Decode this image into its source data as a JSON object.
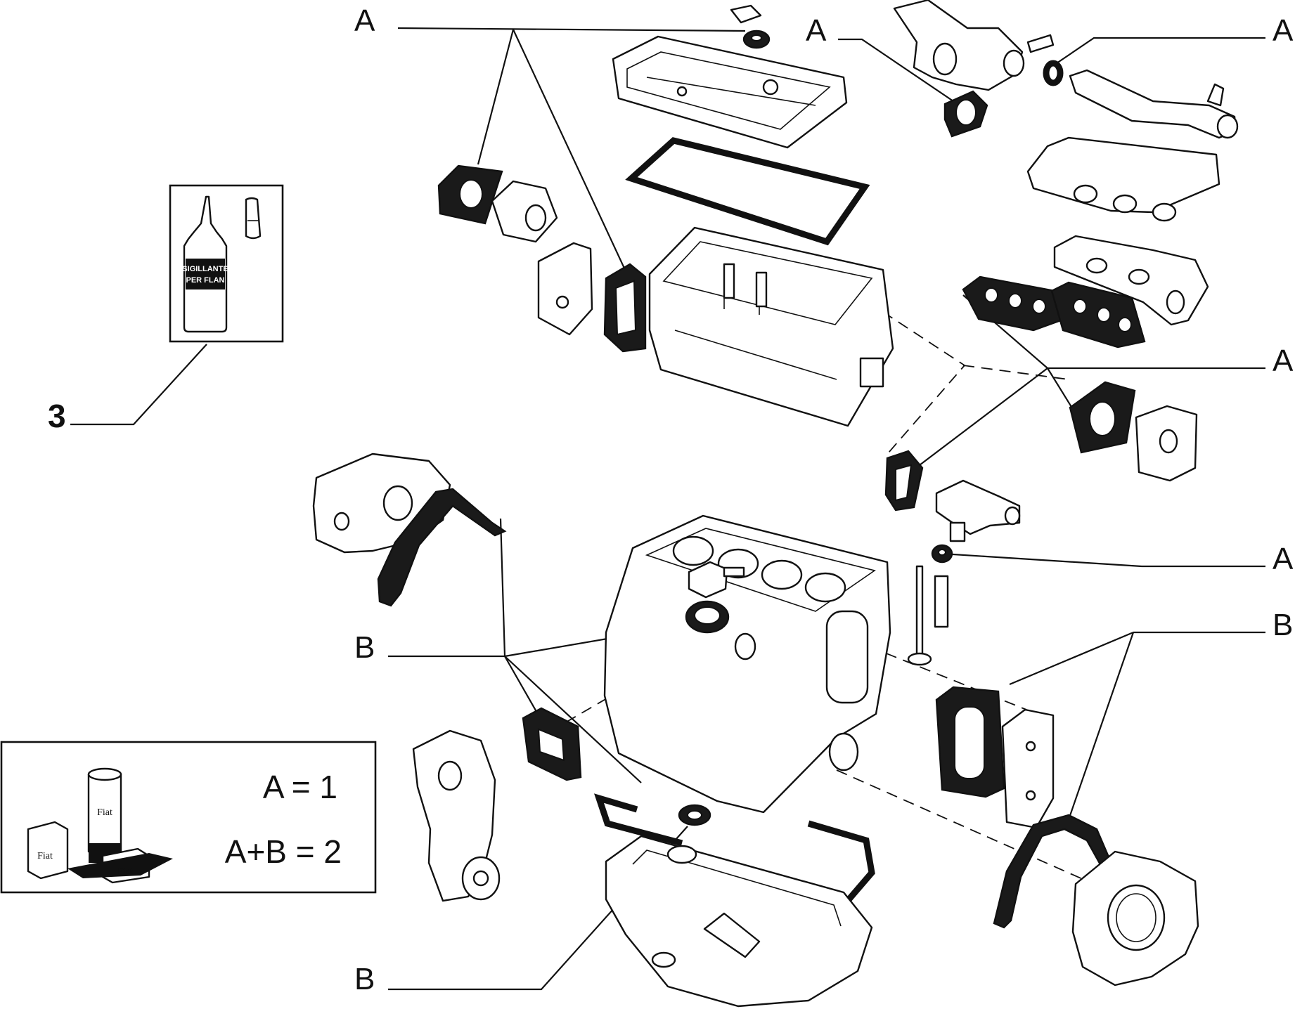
{
  "labels": {
    "a1": "A",
    "a2": "A",
    "a3": "A",
    "a4": "A",
    "a5": "A",
    "b1": "B",
    "b2": "B",
    "b3": "B",
    "ref3": "3"
  },
  "legend": {
    "line1": "A = 1",
    "line2": "A+B = 2",
    "brand": "Fiat"
  },
  "sealant": {
    "line1": "SIGILLANTE",
    "line2": "PER FLAN"
  }
}
